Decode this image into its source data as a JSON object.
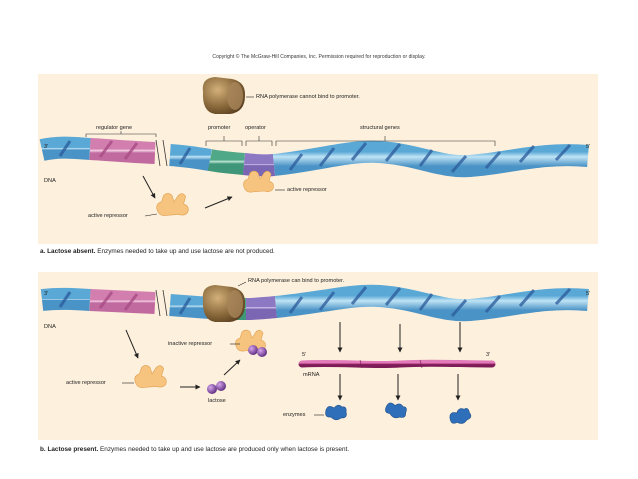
{
  "copyright": "Copyright © The McGraw-Hill Companies, Inc. Permission required for reproduction or display.",
  "panel_a": {
    "polymerase_note": "RNA polymerase cannot bind to promoter.",
    "gene_labels": {
      "regulator": "regulator gene",
      "promoter": "promoter",
      "operator": "operator",
      "structural": "structural genes"
    },
    "end_3": "3'",
    "end_5": "5'",
    "dna": "DNA",
    "active_repressor_bound": "active repressor",
    "active_repressor_free": "active repressor",
    "caption_bold": "a. Lactose absent.",
    "caption_rest": " Enzymes needed to take up and use lactose are not produced."
  },
  "panel_b": {
    "polymerase_note": "RNA polymerase can bind to promoter.",
    "end_3": "3'",
    "end_5": "5'",
    "dna": "DNA",
    "inactive_repressor": "inactive repressor",
    "active_repressor": "active repressor",
    "lactose": "lactose",
    "mrna": "mRNA",
    "mrna_5": "5'",
    "mrna_3": "3'",
    "enzymes": "enzymes",
    "caption_bold": "b. Lactose present.",
    "caption_rest": " Enzymes needed to take up and use lactose are produced only when lactose is present."
  },
  "colors": {
    "panel_bg": "#fdf0dc",
    "dna_blue": "#8ec8e6",
    "regulator_pink": "#e8a8c8",
    "promoter_green": "#7fc2a8",
    "operator_purple": "#b7a3d8",
    "repressor_orange": "#f6c47e",
    "polymerase_brown": "#8b6a3c",
    "lactose_purple": "#7a3f9a",
    "mrna_magenta": "#b0307a",
    "enzyme_blue": "#2f6eb8"
  }
}
